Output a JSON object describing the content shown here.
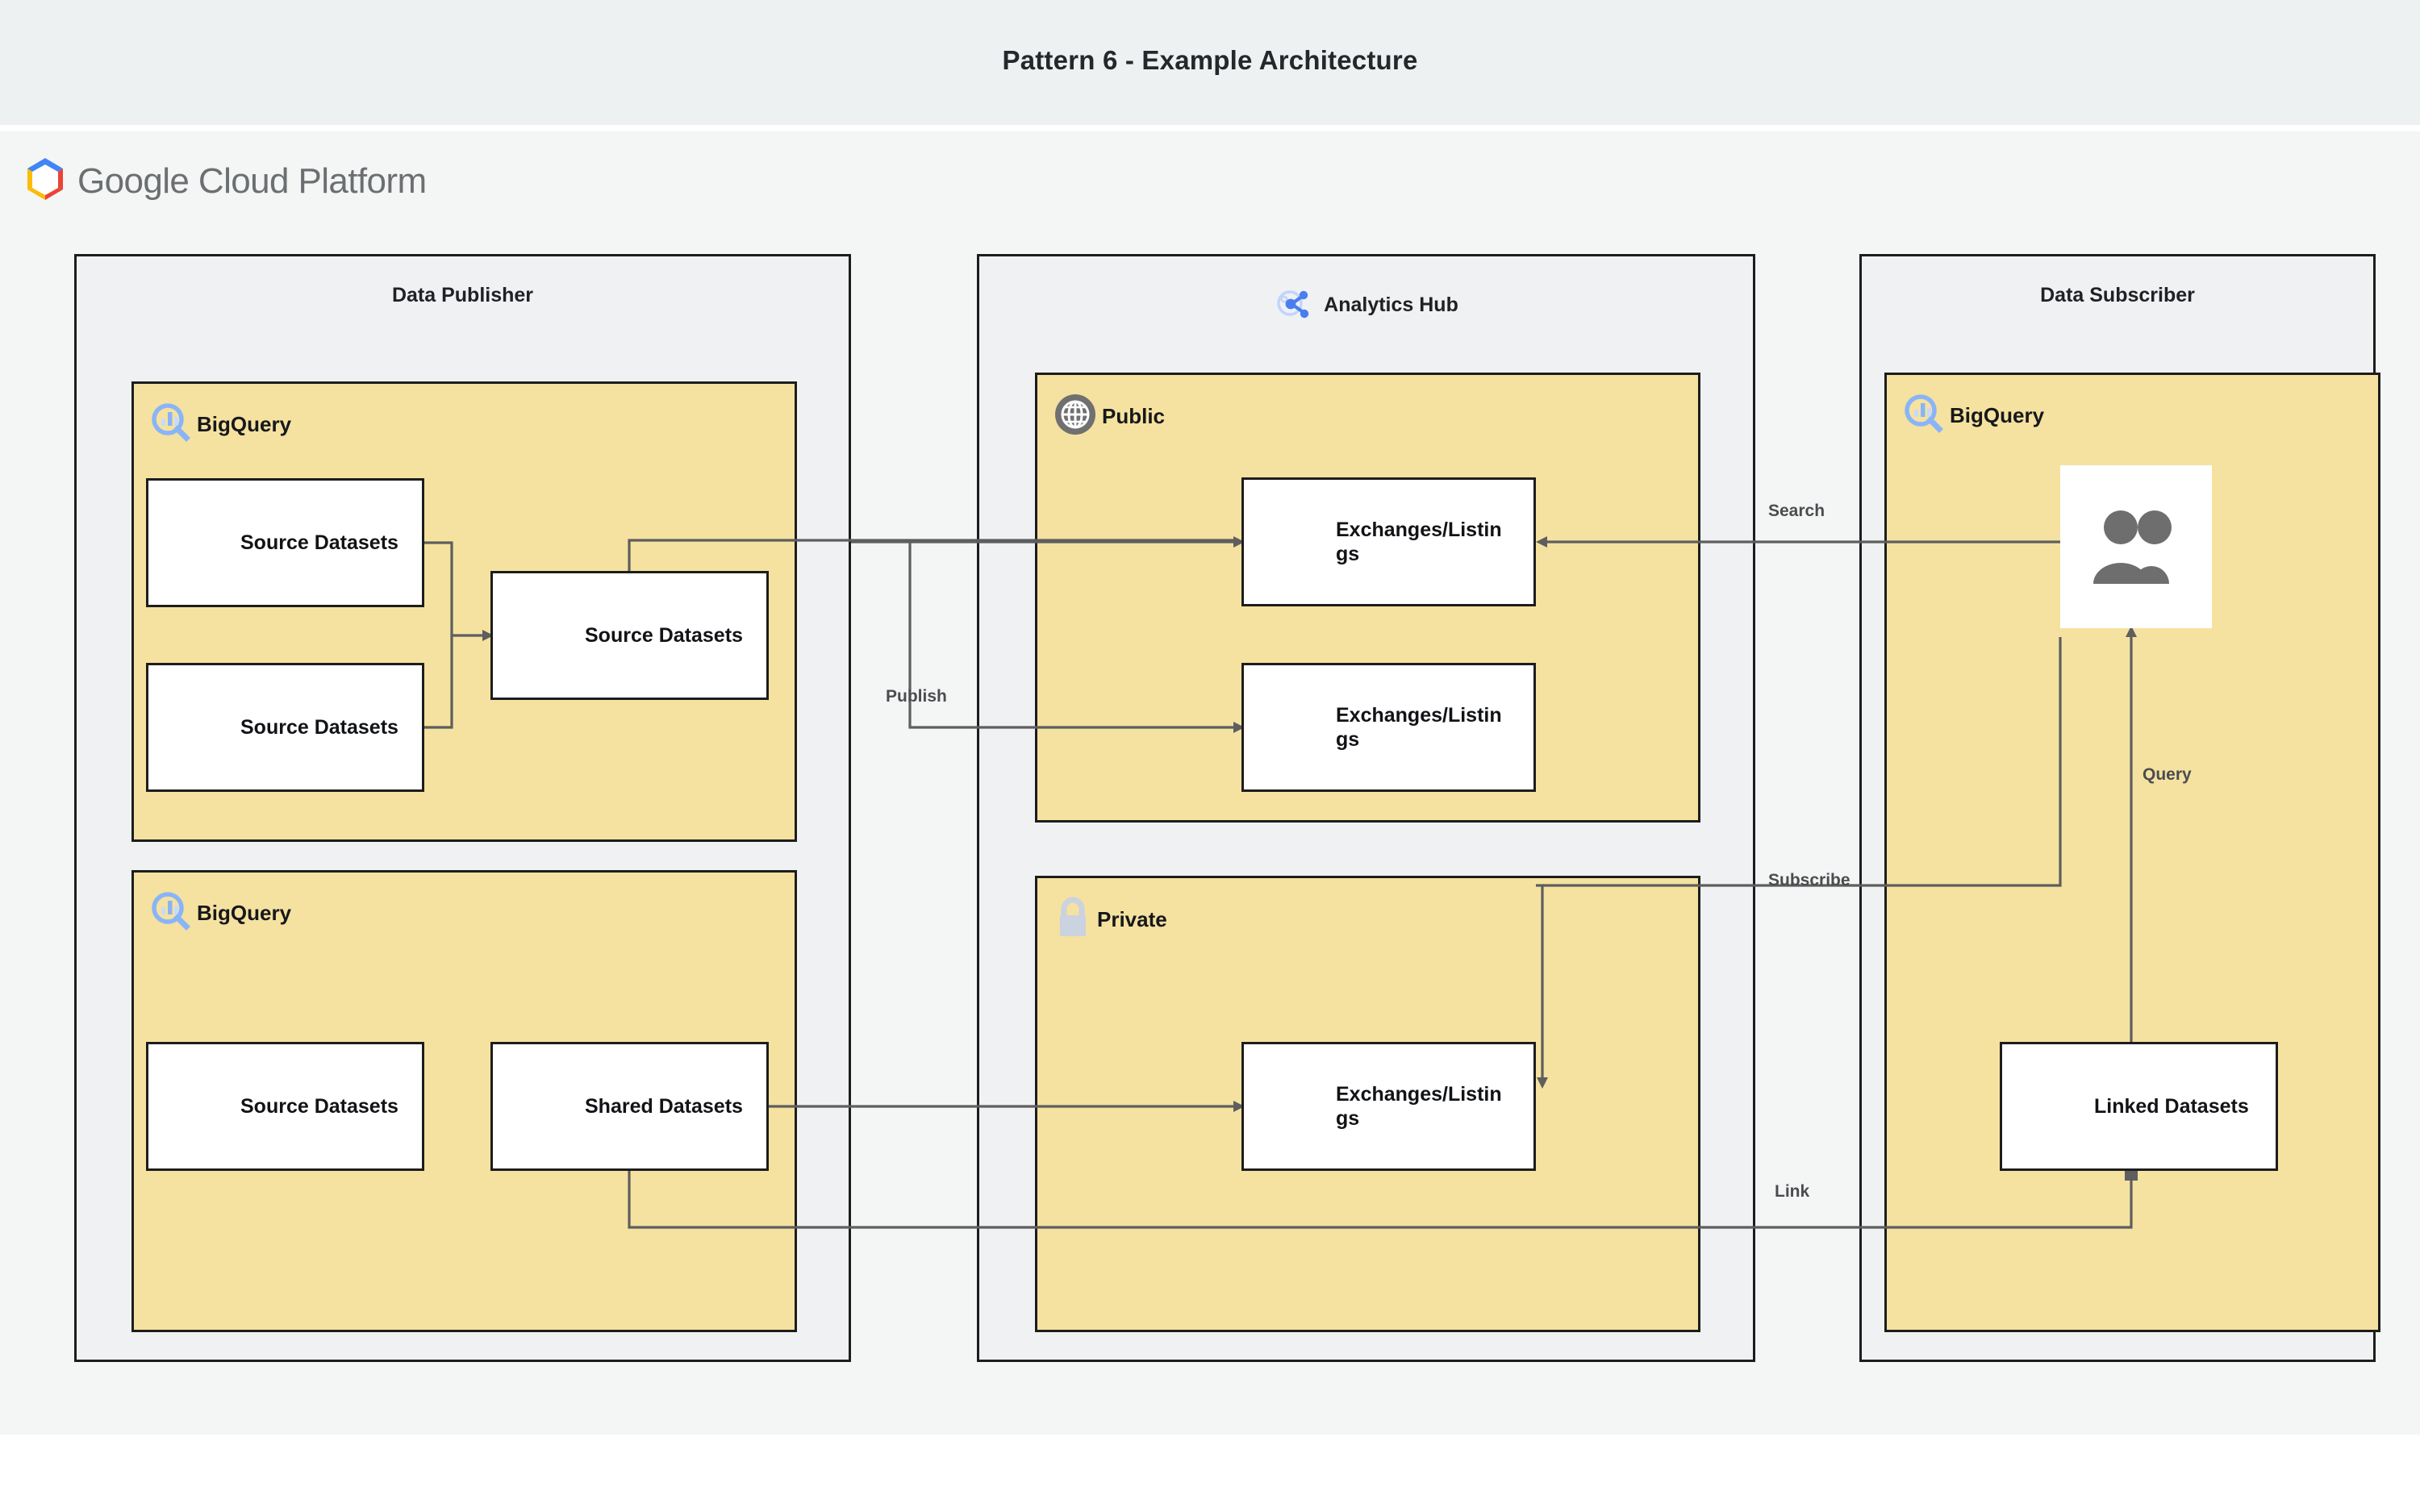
{
  "header": {
    "title": "Pattern 6 - Example Architecture",
    "platform_brand": "Google Cloud Platform",
    "brand_word_1": "Google",
    "brand_word_2": "Cloud Platform"
  },
  "colors": {
    "title_band": "#edf1f2",
    "canvas": "#f4f5f5",
    "zone_fill": "#eff1f3",
    "group_fill": "#f5e2a0",
    "node_fill": "#ffffff",
    "stroke": "#1d1d1d",
    "wire": "#5e5e5e",
    "bigquery_blue": "#8ab4f8",
    "analytics_hub_blue": "#4a7df0",
    "globe_gray": "#707070",
    "lock_gray": "#cbd2e0",
    "dataset_icon_gray": "#6e6e6e"
  },
  "zones": [
    {
      "id": "publisher",
      "title": "Data Publisher",
      "icon": "none"
    },
    {
      "id": "hub",
      "title": "Analytics Hub",
      "icon": "analytics-hub-icon"
    },
    {
      "id": "subscriber",
      "title": "Data Subscriber",
      "icon": "none"
    }
  ],
  "groups": {
    "publisher_top": {
      "label": "BigQuery",
      "icon": "bigquery-icon"
    },
    "publisher_bottom": {
      "label": "BigQuery",
      "icon": "bigquery-icon"
    },
    "hub_public": {
      "label": "Public",
      "icon": "globe-icon"
    },
    "hub_private": {
      "label": "Private",
      "icon": "lock-icon"
    },
    "subscriber_bq": {
      "label": "BigQuery",
      "icon": "bigquery-icon"
    }
  },
  "nodes": {
    "source_a": {
      "label": "Source Datasets",
      "icon": "dataset-icon"
    },
    "source_b": {
      "label": "Source Datasets",
      "icon": "dataset-icon"
    },
    "source_c": {
      "label": "Source Datasets",
      "icon": "dataset-icon"
    },
    "source_d": {
      "label": "Source Datasets",
      "icon": "dataset-icon"
    },
    "shared": {
      "label": "Shared Datasets",
      "icon": "dataset-icon"
    },
    "exchange1": {
      "label": "Exchanges/Listings",
      "icon": "dataset-icon"
    },
    "exchange2": {
      "label": "Exchanges/Listings",
      "icon": "dataset-icon"
    },
    "exchange3": {
      "label": "Exchanges/Listings",
      "icon": "dataset-icon"
    },
    "linked": {
      "label": "Linked Datasets",
      "icon": "dataset-icon"
    },
    "users": {
      "label": "",
      "icon": "users-icon"
    }
  },
  "edge_labels": {
    "publish": "Publish",
    "search": "Search",
    "subscribe": "Subscribe",
    "link": "Link",
    "query": "Query"
  }
}
